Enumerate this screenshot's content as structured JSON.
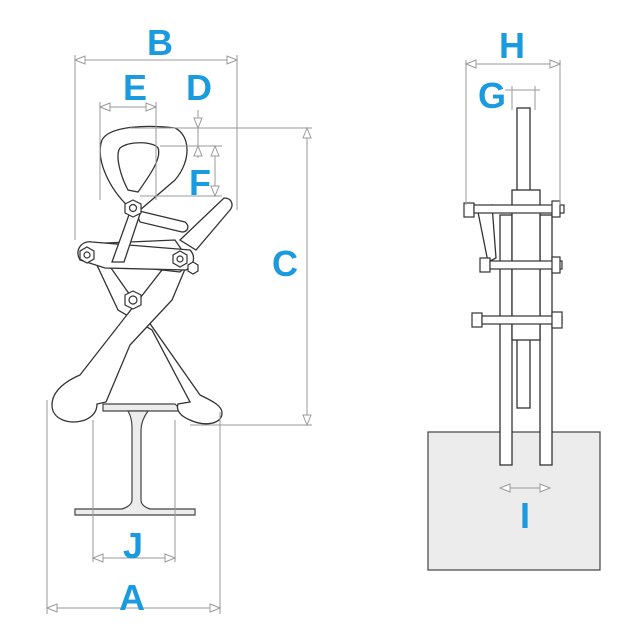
{
  "labels": {
    "A": "A",
    "B": "B",
    "C": "C",
    "D": "D",
    "E": "E",
    "F": "F",
    "G": "G",
    "H": "H",
    "I": "I",
    "J": "J"
  },
  "colors": {
    "label": "#1a9be0",
    "beam_fill": "#ececec",
    "dimension": "#9a9a9a"
  }
}
